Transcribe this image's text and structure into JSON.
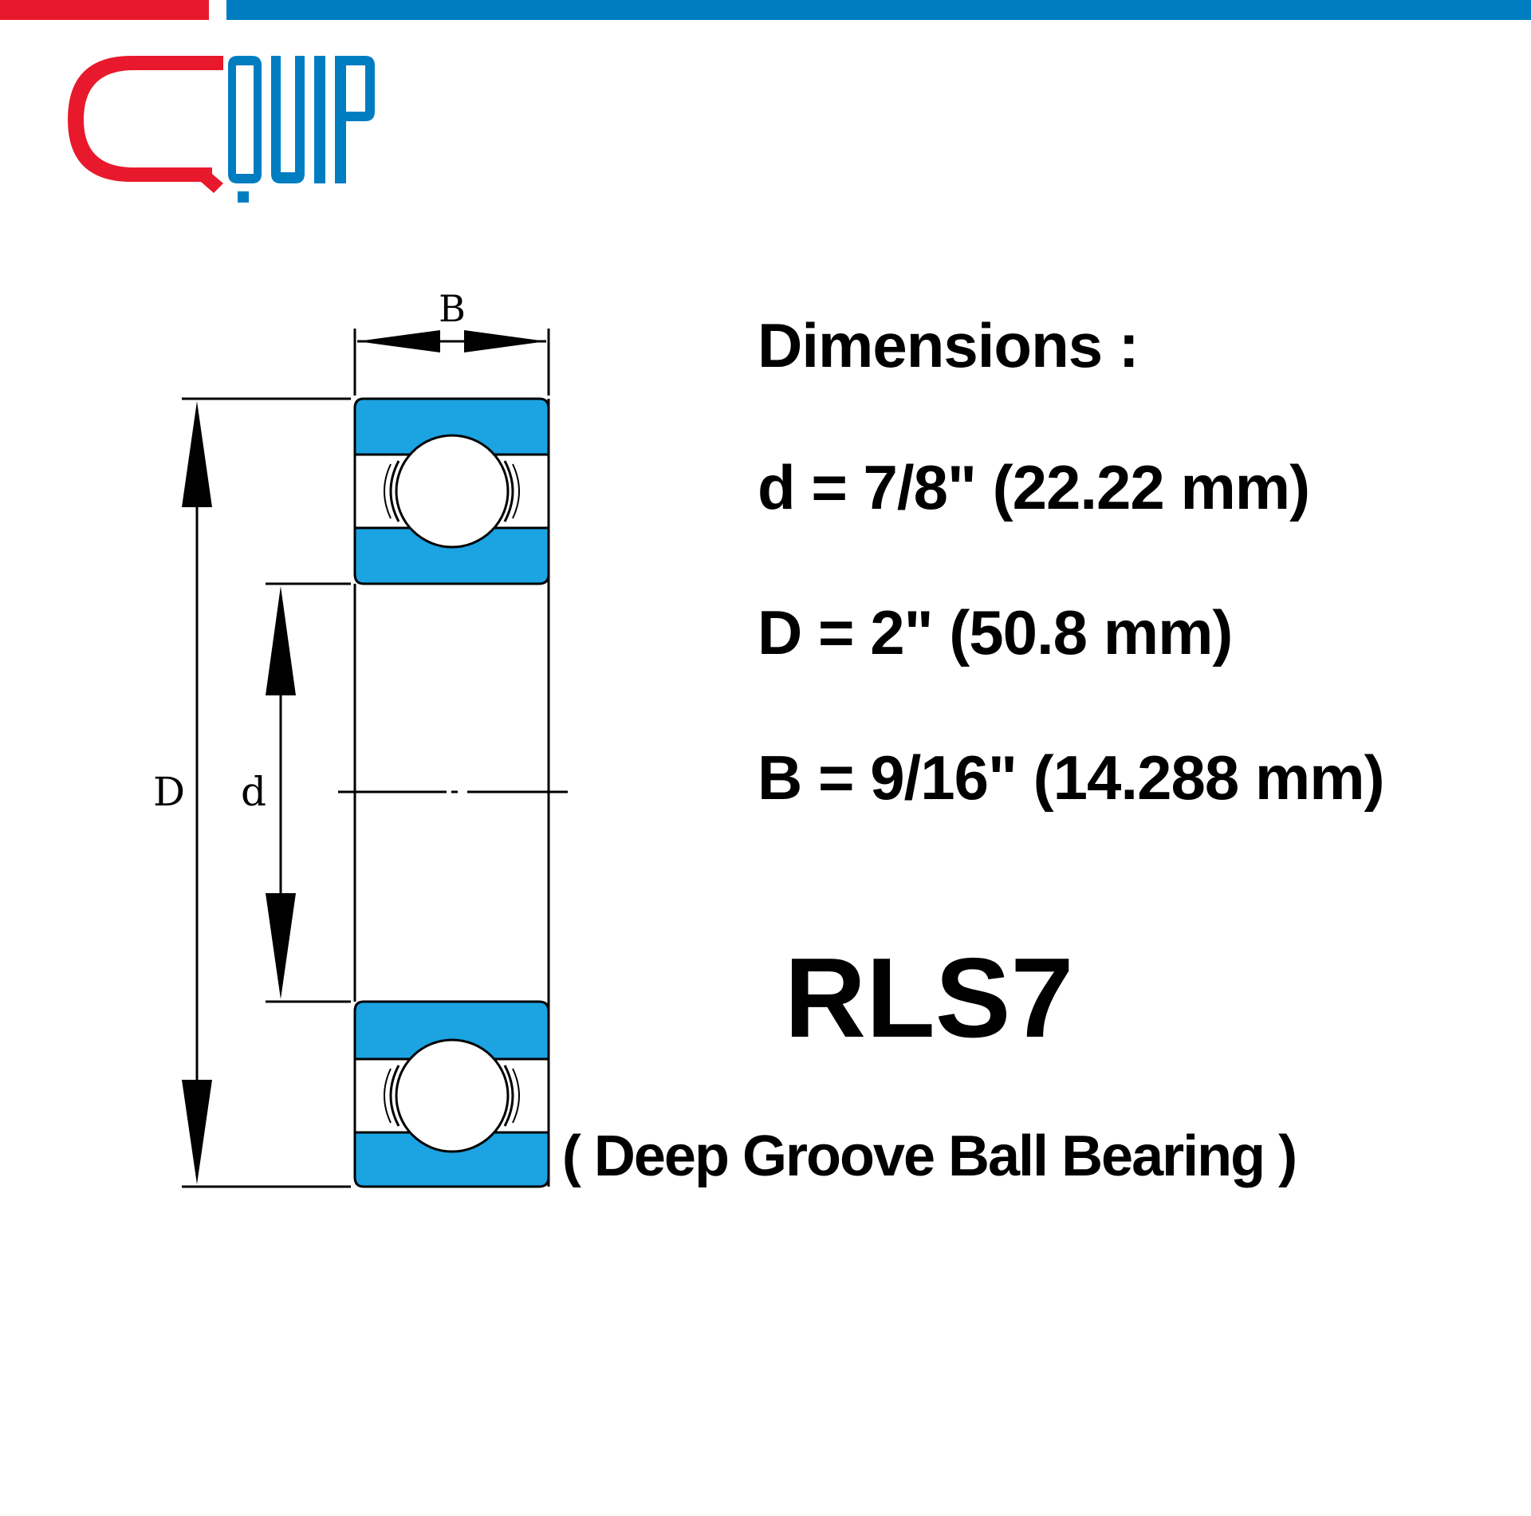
{
  "brand": {
    "name": "QUIP",
    "accent_red": "#e8192c",
    "accent_blue": "#007dc1"
  },
  "diagram": {
    "label_width": "B",
    "label_outer": "D",
    "label_inner": "d",
    "ring_color": "#1ba3e2"
  },
  "specs": {
    "title": "Dimensions :",
    "inner_diameter": "d = 7/8\" (22.22 mm)",
    "outer_diameter": "D = 2\" (50.8 mm)",
    "width": "B = 9/16\" (14.288 mm)"
  },
  "product": {
    "model": "RLS7",
    "type": "( Deep Groove Ball Bearing )"
  }
}
